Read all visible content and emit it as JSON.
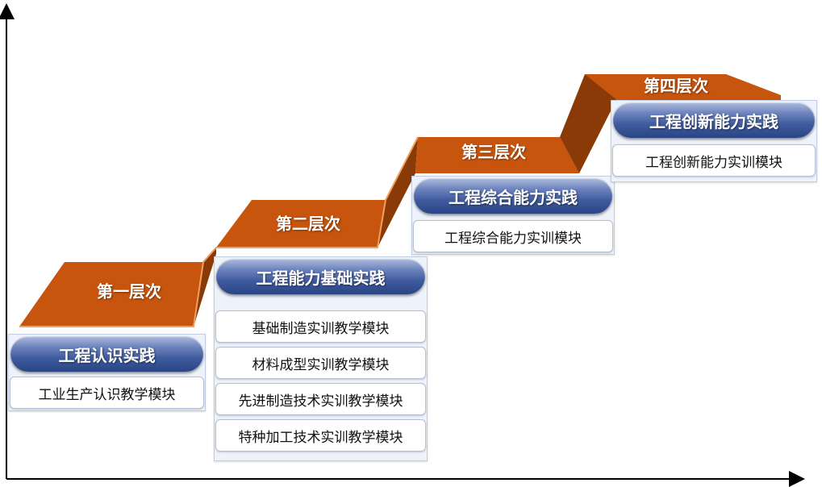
{
  "colors": {
    "step_top": "#c8550e",
    "step_riser": "#8a3a06",
    "step_edge": "#f0a060",
    "pill_dark": "#2a4584",
    "panel": "#eef2fa"
  },
  "levels": [
    {
      "label": "第一层次",
      "practice": "工程认识实践",
      "modules": [
        "工业生产认识教学模块"
      ]
    },
    {
      "label": "第二层次",
      "practice": "工程能力基础实践",
      "modules": [
        "基础制造实训教学模块",
        "材料成型实训教学模块",
        "先进制造技术实训教学模块",
        "特种加工技术实训教学模块"
      ]
    },
    {
      "label": "第三层次",
      "practice": "工程综合能力实践",
      "modules": [
        "工程综合能力实训模块"
      ]
    },
    {
      "label": "第四层次",
      "practice": "工程创新能力实践",
      "modules": [
        "工程创新能力实训模块"
      ]
    }
  ]
}
